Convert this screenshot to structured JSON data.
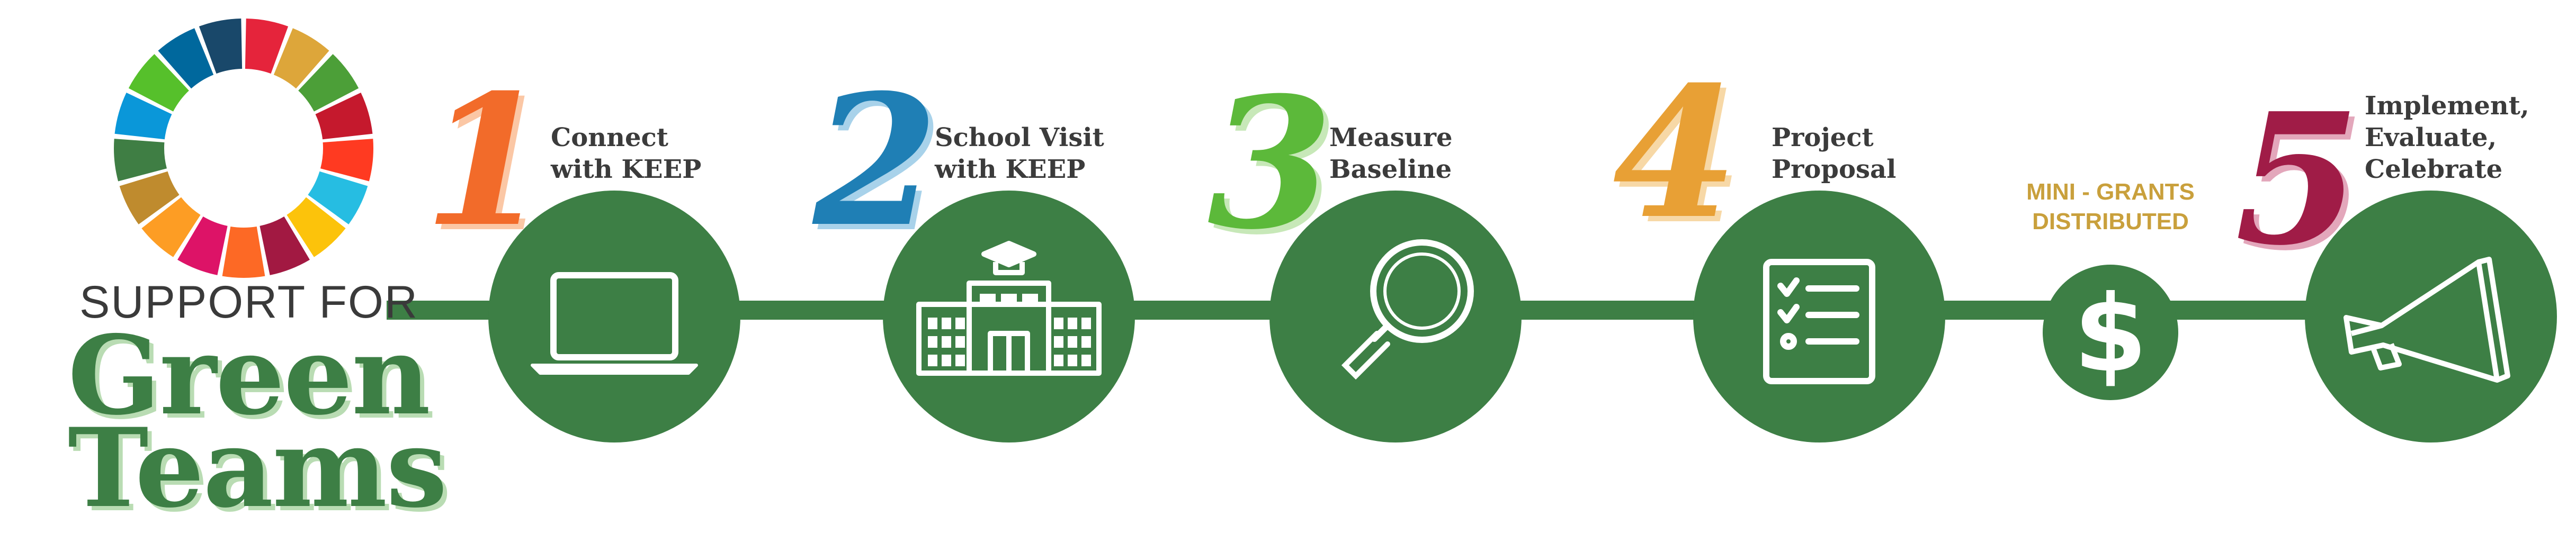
{
  "branding": {
    "subtitle": "SUPPORT FOR",
    "title_line1": "Green",
    "title_line2": "Teams",
    "wheel_colors": [
      "#e5243b",
      "#dda63a",
      "#4c9f38",
      "#c5192d",
      "#ff3a21",
      "#26bde2",
      "#fcc30b",
      "#a21942",
      "#fd6925",
      "#dd1367",
      "#fd9d24",
      "#bf8b2e",
      "#3f7e44",
      "#0a97d9",
      "#56c02b",
      "#00689d",
      "#19486a"
    ]
  },
  "colors": {
    "green": "#3d7f45",
    "mini_grants": "#c9a03c"
  },
  "steps": [
    {
      "number": "1",
      "line1": "Connect",
      "line2": "with KEEP",
      "icon": "laptop-icon",
      "color": "#f26b2a"
    },
    {
      "number": "2",
      "line1": "School Visit",
      "line2": "with KEEP",
      "icon": "school-building-icon",
      "color": "#1f7fb5"
    },
    {
      "number": "3",
      "line1": "Measure",
      "line2": "Baseline",
      "icon": "magnifier-icon",
      "color": "#5cb93a"
    },
    {
      "number": "4",
      "line1": "Project",
      "line2": "Proposal",
      "icon": "checklist-icon",
      "color": "#e8a035"
    },
    {
      "number": "5",
      "line1": "Implement,",
      "line2": "Evaluate,",
      "line3": "Celebrate",
      "icon": "megaphone-icon",
      "color": "#a01c47"
    }
  ],
  "mini_grants": {
    "line1": "MINI - GRANTS",
    "line2": "DISTRIBUTED",
    "symbol": "$",
    "icon": "dollar-icon"
  }
}
